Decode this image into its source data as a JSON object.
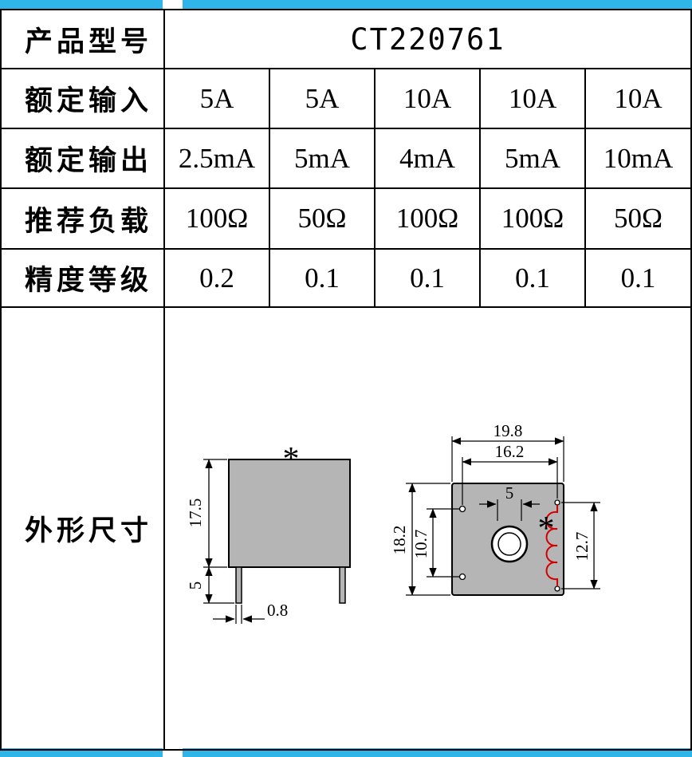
{
  "theme": {
    "accent": "#2fb5e8",
    "body-gray": "#b5b5b5",
    "coil-red": "#d40000"
  },
  "table": {
    "model_row": {
      "label": "产品型号",
      "value": "CT220761"
    },
    "spec_rows": [
      {
        "label": "额定输入",
        "values": [
          "5A",
          "5A",
          "10A",
          "10A",
          "10A"
        ]
      },
      {
        "label": "额定输出",
        "values": [
          "2.5mA",
          "5mA",
          "4mA",
          "5mA",
          "10mA"
        ]
      },
      {
        "label": "推荐负载",
        "values": [
          "100Ω",
          "50Ω",
          "100Ω",
          "100Ω",
          "50Ω"
        ]
      },
      {
        "label": "精度等级",
        "values": [
          "0.2",
          "0.1",
          "0.1",
          "0.1",
          "0.1"
        ]
      }
    ],
    "drawing_row": {
      "label": "外形尺寸"
    }
  },
  "drawing": {
    "side_view": {
      "height": "17.5",
      "pin_length": "5",
      "pin_width": "0.8",
      "mark": "*"
    },
    "top_view": {
      "overall_width": "19.8",
      "pin_pitch_width": "16.2",
      "overall_height": "18.2",
      "pin_pitch_height": "10.7",
      "hole_width": "5",
      "coil_span_height": "12.7",
      "mark": "*"
    }
  }
}
